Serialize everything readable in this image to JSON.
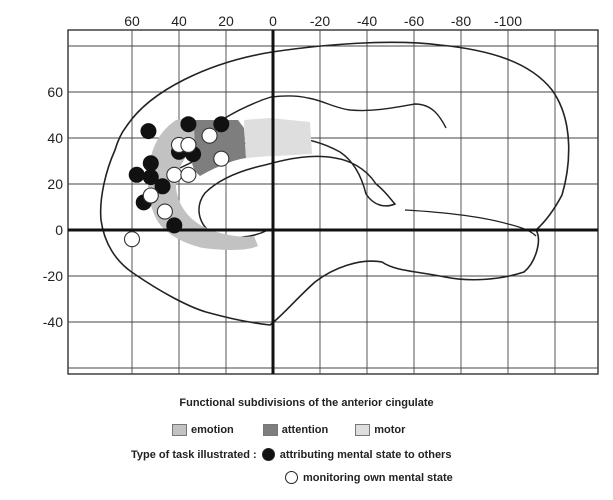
{
  "axes": {
    "x_ticks": [
      "60",
      "40",
      "20",
      "0",
      "-20",
      "-40",
      "-60",
      "-80",
      "-100"
    ],
    "y_ticks": [
      "60",
      "40",
      "20",
      "0",
      "-20",
      "-40"
    ]
  },
  "regions": {
    "emotion_color": "#c2c2c2",
    "attention_color": "#7e7e7e",
    "motor_color": "#dedede"
  },
  "points": {
    "attributing_others": [
      [
        53,
        43
      ],
      [
        36,
        46
      ],
      [
        22,
        46
      ],
      [
        52,
        29
      ],
      [
        58,
        24
      ],
      [
        52,
        23
      ],
      [
        47,
        19
      ],
      [
        55,
        12
      ],
      [
        40,
        34
      ],
      [
        34,
        33
      ],
      [
        42,
        2
      ]
    ],
    "monitoring_own": [
      [
        40,
        37
      ],
      [
        36,
        37
      ],
      [
        27,
        41
      ],
      [
        52,
        15
      ],
      [
        46,
        8
      ],
      [
        60,
        -4
      ],
      [
        42,
        24
      ],
      [
        36,
        24
      ],
      [
        22,
        31
      ]
    ]
  },
  "caption": "Functional subdivisions of the anterior cingulate",
  "legend": {
    "emotion": "emotion",
    "attention": "attention",
    "motor": "motor",
    "task_label": "Type of task illustrated :",
    "attributing": "attributing mental state to others",
    "monitoring": "monitoring own mental state"
  }
}
